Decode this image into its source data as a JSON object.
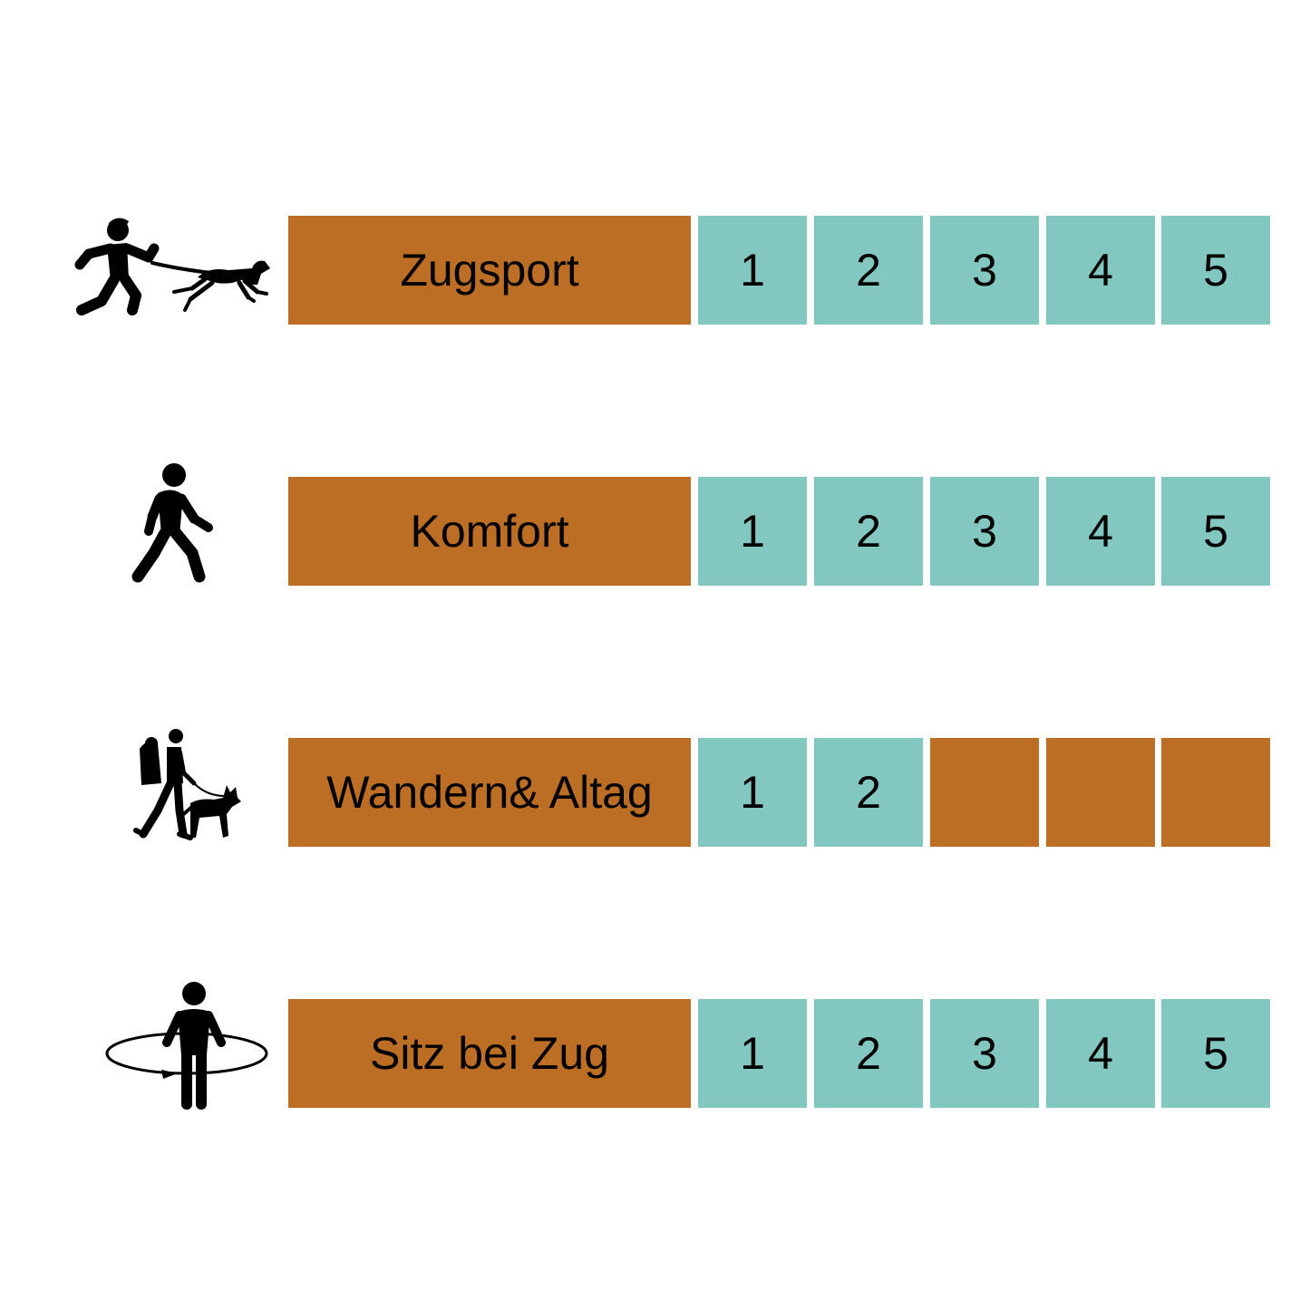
{
  "colors": {
    "label_bg": "#BC6E24",
    "rated_bg": "#82C7C0",
    "unrated_bg": "#BC6E24",
    "background": "#FFFFFF"
  },
  "rows": [
    {
      "icon": "runner-with-dog-icon",
      "label": "Zugsport",
      "cells": [
        "1",
        "2",
        "3",
        "4",
        "5"
      ],
      "rating": 5
    },
    {
      "icon": "walking-person-icon",
      "label": "Komfort",
      "cells": [
        "1",
        "2",
        "3",
        "4",
        "5"
      ],
      "rating": 5
    },
    {
      "icon": "hiker-with-dog-icon",
      "label": "Wandern& Altag",
      "cells": [
        "1",
        "2",
        "",
        "",
        ""
      ],
      "rating": 2
    },
    {
      "icon": "standing-person-rotation-icon",
      "label": "Sitz bei Zug",
      "cells": [
        "1",
        "2",
        "3",
        "4",
        "5"
      ],
      "rating": 5
    }
  ]
}
